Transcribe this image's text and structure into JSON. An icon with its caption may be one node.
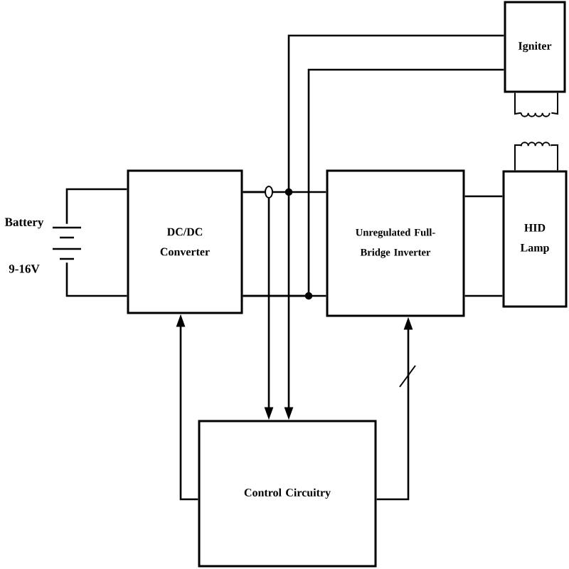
{
  "diagram": {
    "nodes": [
      {
        "text": [],
        "shape": "battery",
        "beside": [
          "Battery",
          "9-16V"
        ]
      },
      {
        "text": [
          "DC/DC Converter"
        ]
      },
      {
        "text": [
          "Unregulated Full-Bridge Inverter"
        ]
      },
      {
        "text": [
          "HID Lamp"
        ]
      },
      {
        "text": [
          "Igniter"
        ]
      },
      {
        "text": [
          "Control Circuitry"
        ]
      },
      {
        "text": [],
        "shape": "transformer"
      }
    ],
    "edges": [
      {
        "from": 0,
        "to": 1,
        "arrow": "none"
      },
      {
        "from": 0,
        "to": 1,
        "arrow": "none"
      },
      {
        "from": 1,
        "to": 2,
        "arrow": "none"
      },
      {
        "from": 1,
        "to": 2,
        "arrow": "none"
      },
      {
        "from": 2,
        "to": 3,
        "arrow": "none"
      },
      {
        "from": 2,
        "to": 3,
        "arrow": "none"
      },
      {
        "from": 4,
        "to": 6,
        "arrow": "none"
      },
      {
        "from": 4,
        "to": 6,
        "arrow": "none"
      },
      {
        "from": 6,
        "to": 3,
        "arrow": "none"
      },
      {
        "from": 6,
        "to": 3,
        "arrow": "none"
      },
      {
        "from": 1,
        "to": 4,
        "arrow": "none"
      },
      {
        "from": 4,
        "to": 5,
        "arrow": "to"
      },
      {
        "from": 1,
        "to": 5,
        "arrow": "to"
      },
      {
        "from": 5,
        "to": 1,
        "arrow": "to"
      },
      {
        "from": 5,
        "to": 2,
        "arrow": "to"
      }
    ]
  }
}
